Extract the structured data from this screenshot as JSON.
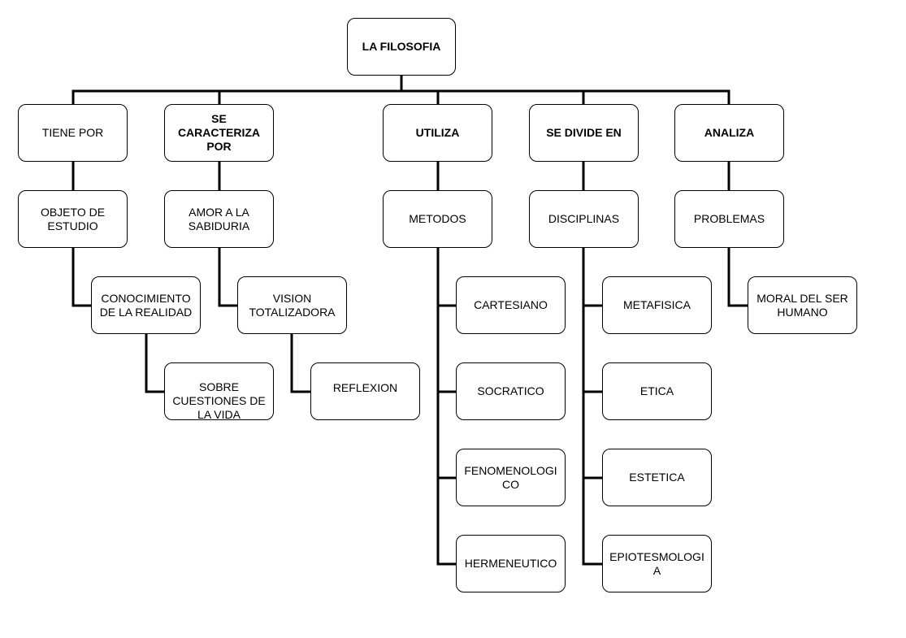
{
  "diagram": {
    "root": "LA FILOSOFIA",
    "branches": [
      {
        "label": "TIENE  POR",
        "child": "OBJETO DE\nESTUDIO",
        "sub": "CONOCIMIENTO\nDE LA REALIDAD",
        "subsub": "SOBRE\nCUESTIONES DE\nLA VIDA"
      },
      {
        "label": "SE\nCARACTERIZA\nPOR",
        "child": "AMOR A LA\nSABIDURIA",
        "sub": "VISION\nTOTALIZADORA",
        "subsub": "REFLEXION"
      },
      {
        "label": "UTILIZA",
        "child": "METODOS",
        "items": [
          "CARTESIANO",
          "SOCRATICO",
          "FENOMENOLOGI\nCO",
          "HERMENEUTICO"
        ]
      },
      {
        "label": "SE DIVIDE EN",
        "child": "DISCIPLINAS",
        "items": [
          "METAFISICA",
          "ETICA",
          "ESTETICA",
          "EPIOTESMOLOGI\nA"
        ]
      },
      {
        "label": "ANALIZA",
        "child": "PROBLEMAS",
        "sub": "MORAL DEL SER\nHUMANO"
      }
    ]
  }
}
